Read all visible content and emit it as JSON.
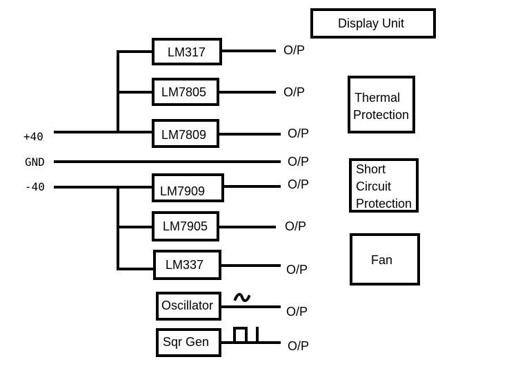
{
  "rails": {
    "positive": "+40",
    "ground": "GND",
    "negative": "-40"
  },
  "regulators": {
    "lm317": "LM317",
    "lm7805": "LM7805",
    "lm7809": "LM7809",
    "lm7909": "LM7909",
    "lm7905": "LM7905",
    "lm337": "LM337"
  },
  "generators": {
    "oscillator": "Oscillator",
    "sqr_gen": "Sqr Gen"
  },
  "outputs": {
    "op": "O/P"
  },
  "side_units": {
    "display_unit": "Display Unit",
    "thermal_line1": "Thermal",
    "thermal_line2": "Protection",
    "short_line1": "Short",
    "short_line2": "Circuit",
    "short_line3": "Protection",
    "fan": "Fan"
  }
}
